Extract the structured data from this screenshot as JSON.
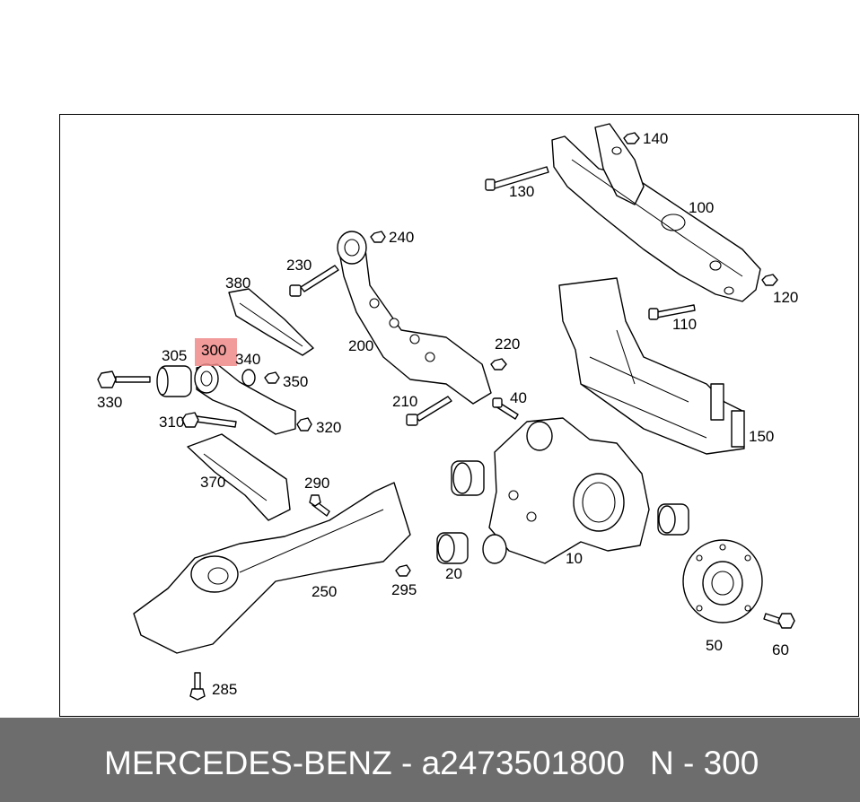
{
  "callouts": {
    "c10": "10",
    "c20": "20",
    "c40": "40",
    "c50": "50",
    "c60": "60",
    "c100": "100",
    "c110": "110",
    "c120": "120",
    "c130": "130",
    "c140": "140",
    "c150": "150",
    "c200": "200",
    "c210": "210",
    "c220": "220",
    "c230": "230",
    "c240": "240",
    "c250": "250",
    "c285": "285",
    "c290": "290",
    "c295": "295",
    "c300": "300",
    "c305": "305",
    "c310": "310",
    "c320": "320",
    "c330": "330",
    "c340": "340",
    "c350": "350",
    "c370": "370",
    "c380": "380"
  },
  "highlighted_part": "300",
  "highlight_color": "#f08a8a",
  "footer": {
    "brand_part": "MERCEDES-BENZ - a2473501800",
    "position": "N - 300",
    "background": "#6d6d6d"
  }
}
